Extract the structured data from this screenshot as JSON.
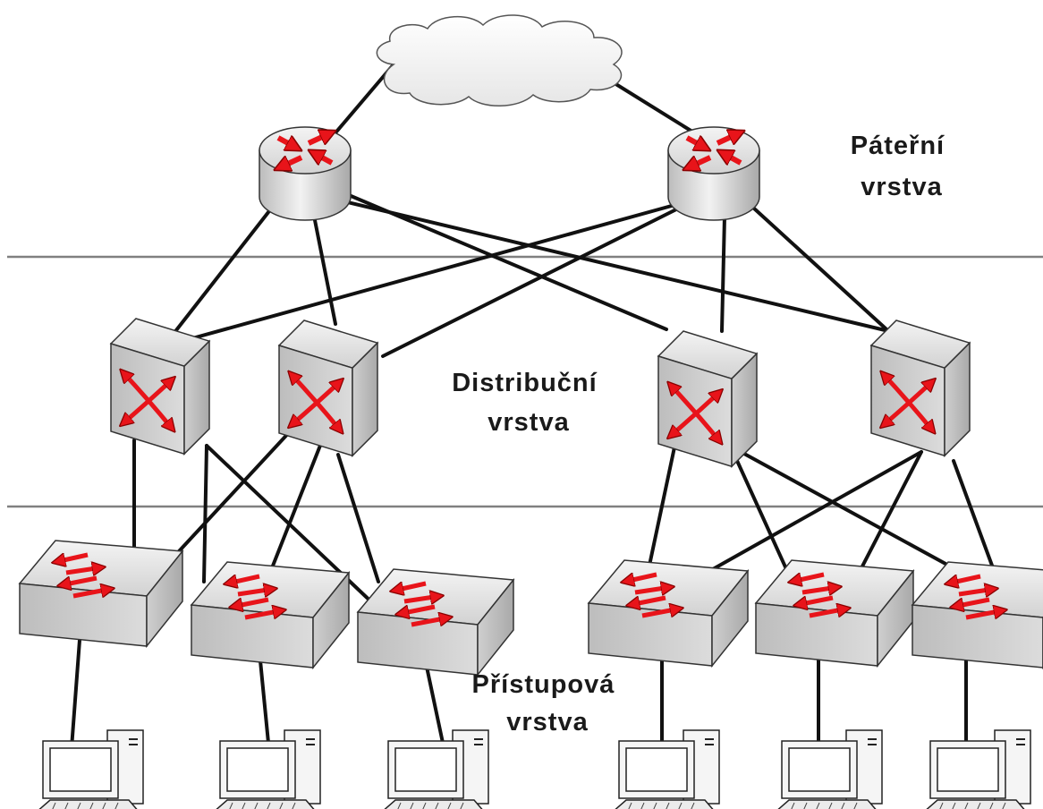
{
  "layers": {
    "core": {
      "line1": "Páteřní",
      "line2": "vrstva"
    },
    "distribution": {
      "line1": "Distribuční",
      "line2": "vrstva"
    },
    "access": {
      "line1": "Přístupová",
      "line2": "vrstva"
    }
  },
  "icons": {
    "cloud": "cloud-icon",
    "router": "router-icon",
    "multilayer_switch": "multilayer-switch-icon",
    "switch": "switch-icon",
    "pc": "desktop-computer-icon"
  },
  "colors": {
    "arrow_red": "#e8141a",
    "device_gray": "#c9c9c9",
    "line_black": "#111111",
    "separator_gray": "#808080"
  }
}
